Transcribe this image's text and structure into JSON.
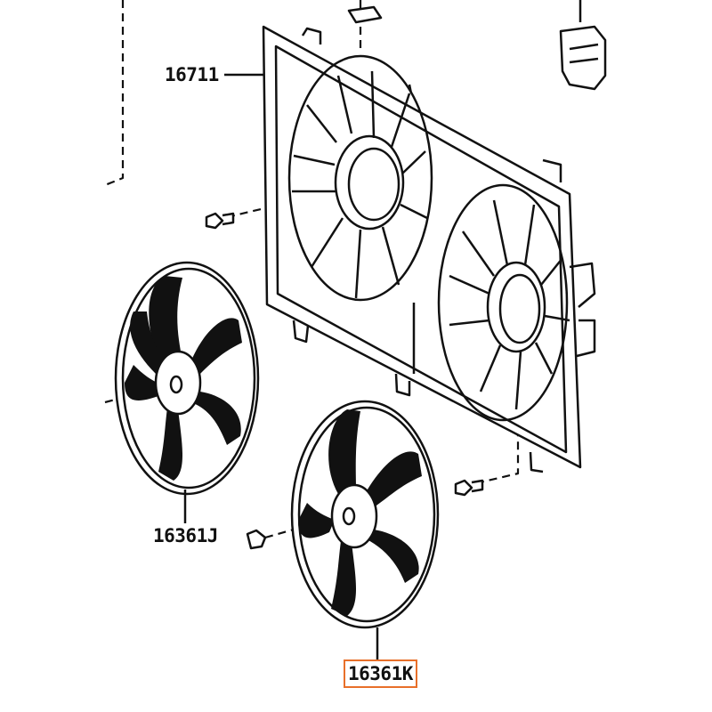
{
  "diagram": {
    "parts": [
      {
        "id": "shroud",
        "label": "16711"
      },
      {
        "id": "fan-left",
        "label": "16361J"
      },
      {
        "id": "fan-right",
        "label": "16361K",
        "highlighted": true
      }
    ],
    "highlight_color": "#e8702a"
  }
}
